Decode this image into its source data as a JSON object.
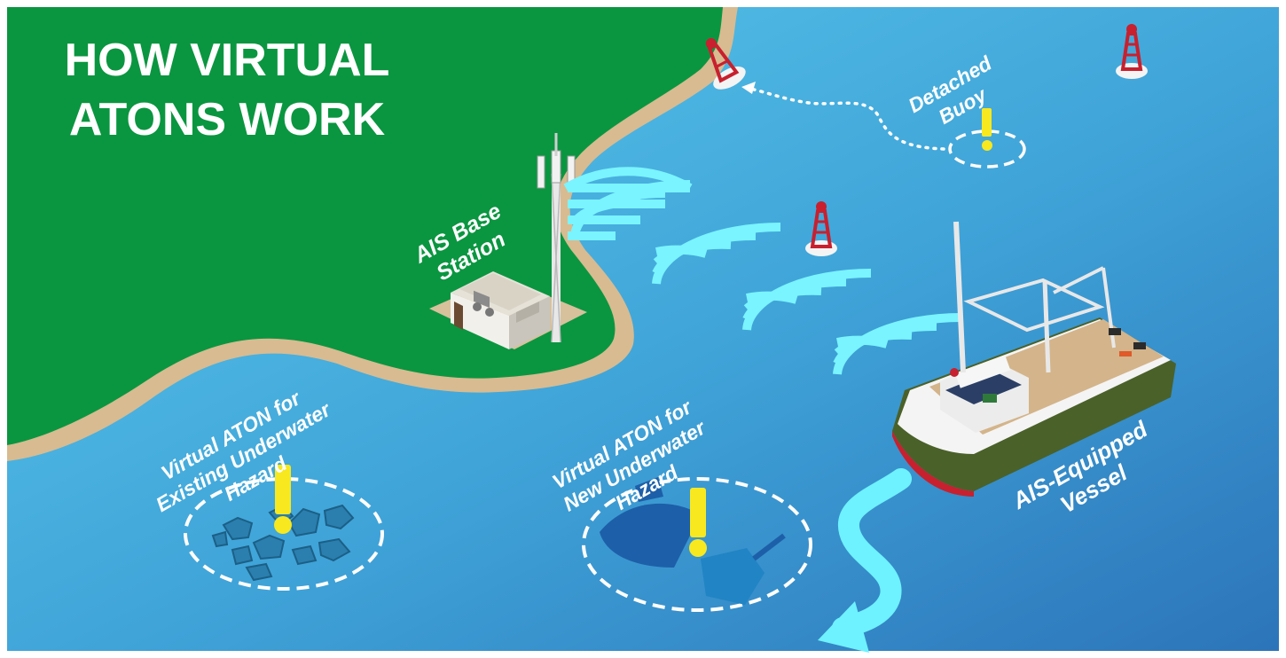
{
  "title": {
    "line1": "HOW VIRTUAL",
    "line2": "ATONS WORK"
  },
  "labels": {
    "base_station": [
      "AIS Base",
      "Station"
    ],
    "detached_buoy": [
      "Detached",
      "Buoy"
    ],
    "existing_hazard": [
      "Virtual ATON for",
      "Existing Underwater",
      "Hazard"
    ],
    "new_hazard": [
      "Virtual ATON for",
      "New Underwater",
      "Hazard"
    ],
    "vessel": [
      "AIS-Equipped",
      "Vessel"
    ]
  },
  "icons": [
    "alert-exclamation-icon",
    "buoy-icon",
    "radio-signal-icon",
    "cell-tower-icon",
    "ship-icon",
    "rock-hazard-icon",
    "shipwreck-icon",
    "route-arrow-icon"
  ],
  "colors": {
    "land": "#0a9640",
    "sand": "#d7b98e",
    "sea_light": "#56c4e8",
    "sea_dark": "#2f7fc0",
    "signal": "#7af4ff",
    "alert": "#f7e81f",
    "buoy_red": "#c8202e",
    "hull": "#4a6129"
  }
}
